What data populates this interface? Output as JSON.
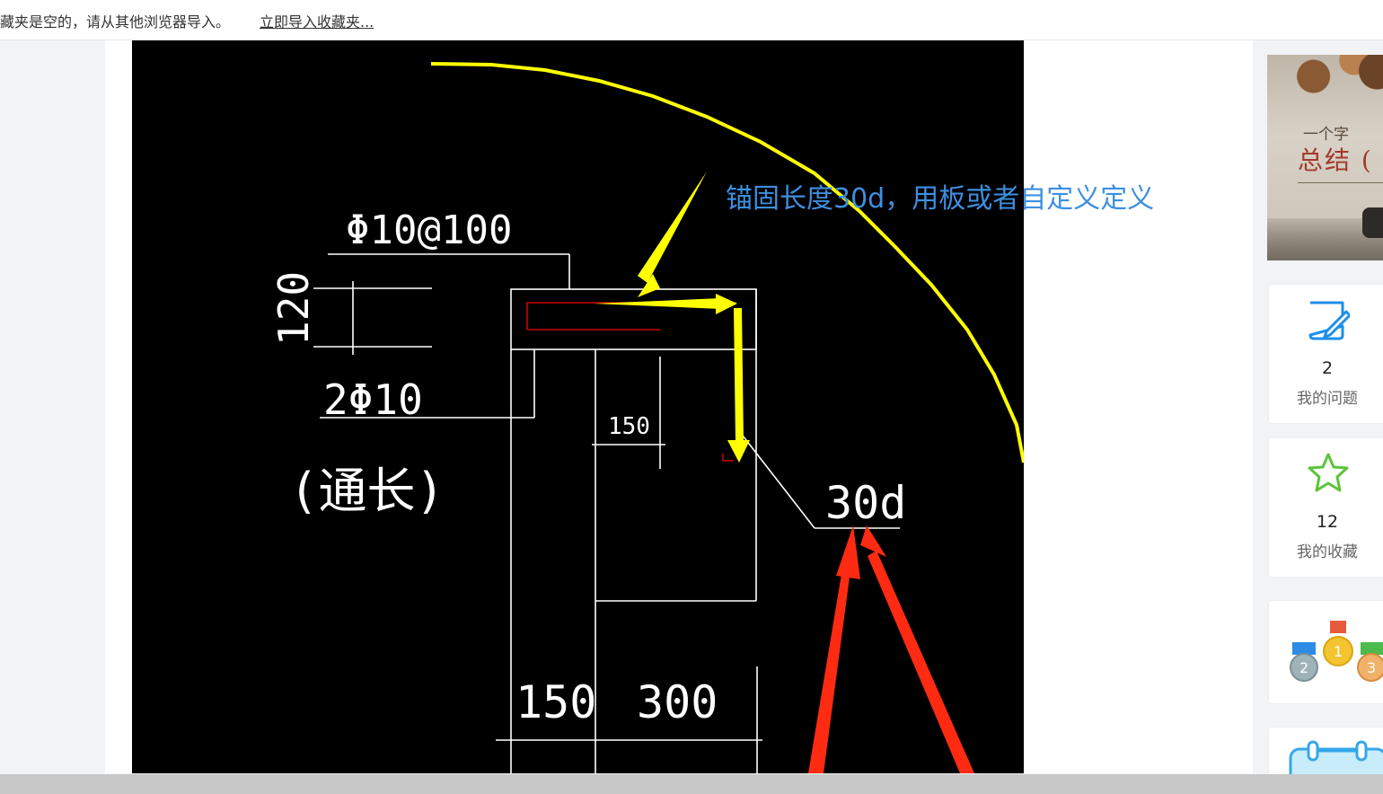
{
  "topbar": {
    "message": "藏夹是空的，请从其他浏览器导入。",
    "import_link": "立即导入收藏夹..."
  },
  "drawing": {
    "annotation": "锚固长度30d，用板或者自定义定义",
    "labels": {
      "rebar_spec": "Φ10@100",
      "dim_120": "120",
      "bottom_bars": "2Φ10",
      "continuous": "(通长)",
      "dim_150_inner": "150",
      "anchor_length": "30d",
      "dim_150_bottom": "150",
      "dim_300_bottom": "300"
    }
  },
  "banner": {
    "line1": "一个字",
    "line2": "总结 ("
  },
  "sidebar": {
    "questions": {
      "count": "2",
      "label": "我的问题",
      "icon": "edit-note-icon"
    },
    "favorites": {
      "count": "12",
      "label": "我的收藏",
      "icon": "star-icon"
    },
    "ranking": {
      "icon": "medals-icon"
    },
    "calendar": {
      "icon": "calendar-icon"
    }
  },
  "colors": {
    "annotation": "#3d8fe0",
    "accent_blue": "#1e8fe8",
    "accent_green": "#5cc33b",
    "cad_background": "#000000",
    "cad_yellow": "#ffff00",
    "cad_red": "#ff2a12"
  }
}
